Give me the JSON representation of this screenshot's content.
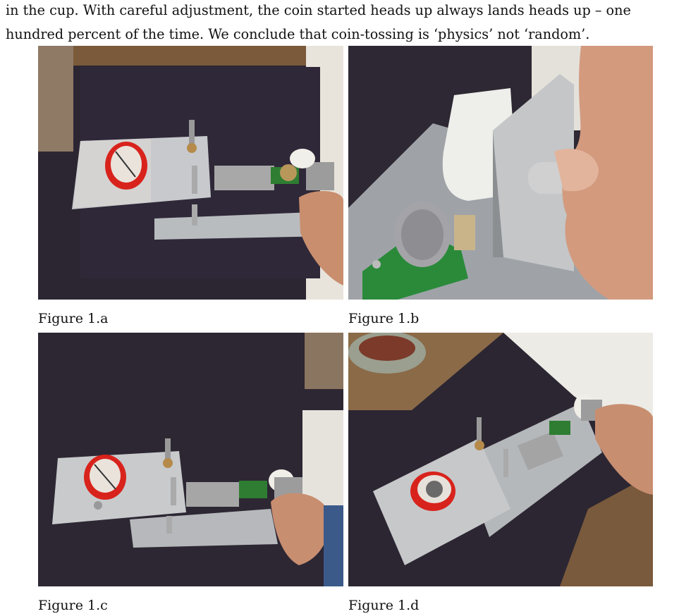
{
  "paragraph": {
    "line1": "in the cup. With careful adjustment, the coin started heads up always lands heads up – one",
    "line2": "hundred percent of the time. We conclude that coin-tossing is ‘physics’ not ‘random’."
  },
  "figures": [
    {
      "caption": "Figure 1.a",
      "alt": "coin-tossing machine with red cup, top view"
    },
    {
      "caption": "Figure 1.b",
      "alt": "close-up of hand adjusting mechanism with coin on green spring holder"
    },
    {
      "caption": "Figure 1.c",
      "alt": "coin-tossing machine, hand on release knob"
    },
    {
      "caption": "Figure 1.d",
      "alt": "coin-tossing machine viewed at an angle with coin in red cup"
    }
  ]
}
